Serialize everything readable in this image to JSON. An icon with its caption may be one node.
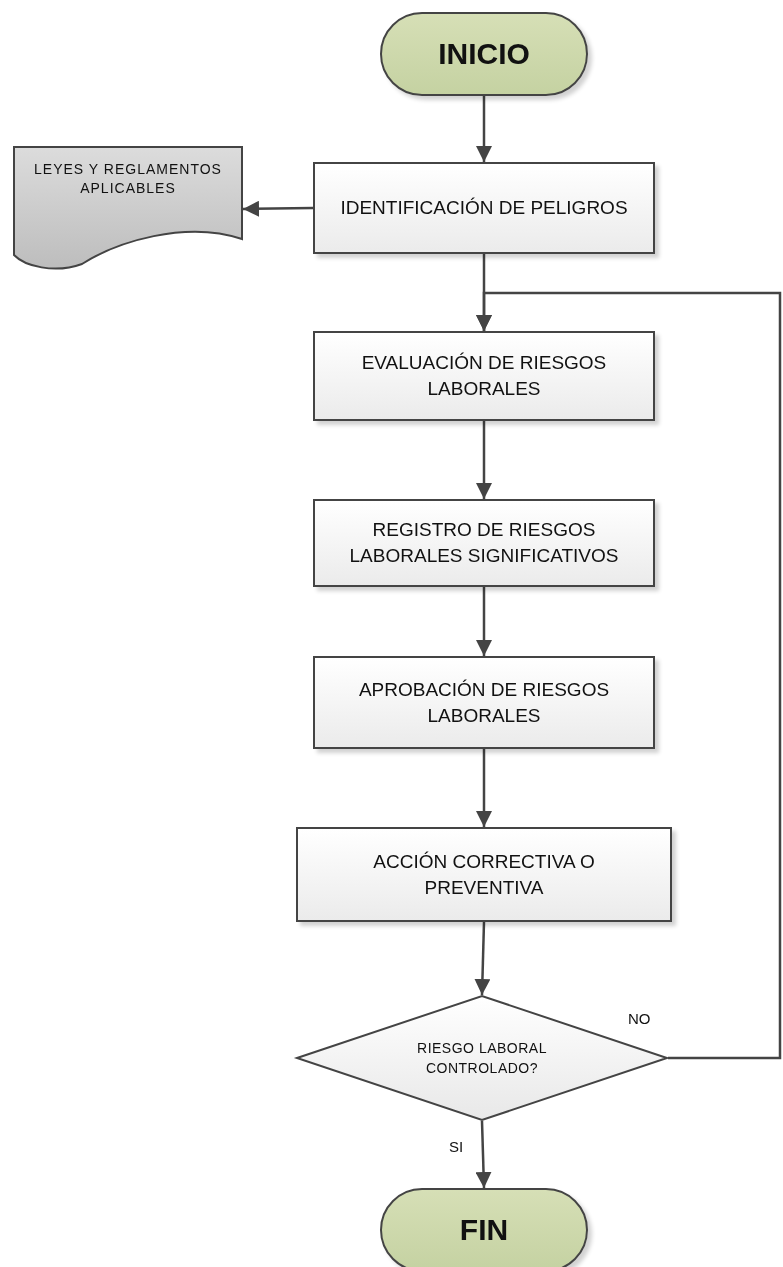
{
  "diagram": {
    "nodes": [
      {
        "text": [
          "INICIO"
        ]
      },
      {
        "text": [
          "IDENTIFICACIÓN DE PELIGROS"
        ]
      },
      {
        "text": [
          "LEYES Y REGLAMENTOS APLICABLES"
        ]
      },
      {
        "text": [
          "EVALUACIÓN DE RIESGOS LABORALES"
        ]
      },
      {
        "text": [
          "REGISTRO DE RIESGOS LABORALES SIGNIFICATIVOS"
        ]
      },
      {
        "text": [
          "APROBACIÓN DE RIESGOS LABORALES"
        ]
      },
      {
        "text": [
          "ACCIÓN CORRECTIVA O PREVENTIVA"
        ]
      },
      {
        "text": [
          "RIESGO LABORAL CONTROLADO?"
        ]
      },
      {
        "text": [
          "FIN"
        ]
      }
    ],
    "edges": [
      {
        "from": 0,
        "to": 1,
        "arrow": "to"
      },
      {
        "from": 1,
        "to": 2,
        "arrow": "to"
      },
      {
        "from": 1,
        "to": 3,
        "arrow": "to"
      },
      {
        "from": 3,
        "to": 4,
        "arrow": "to"
      },
      {
        "from": 4,
        "to": 5,
        "arrow": "to"
      },
      {
        "from": 5,
        "to": 6,
        "arrow": "to"
      },
      {
        "from": 6,
        "to": 7,
        "arrow": "to"
      },
      {
        "from": 7,
        "to": 3,
        "arrow": "to",
        "label": "NO"
      },
      {
        "from": 7,
        "to": 8,
        "arrow": "to",
        "label": "SI"
      }
    ]
  }
}
